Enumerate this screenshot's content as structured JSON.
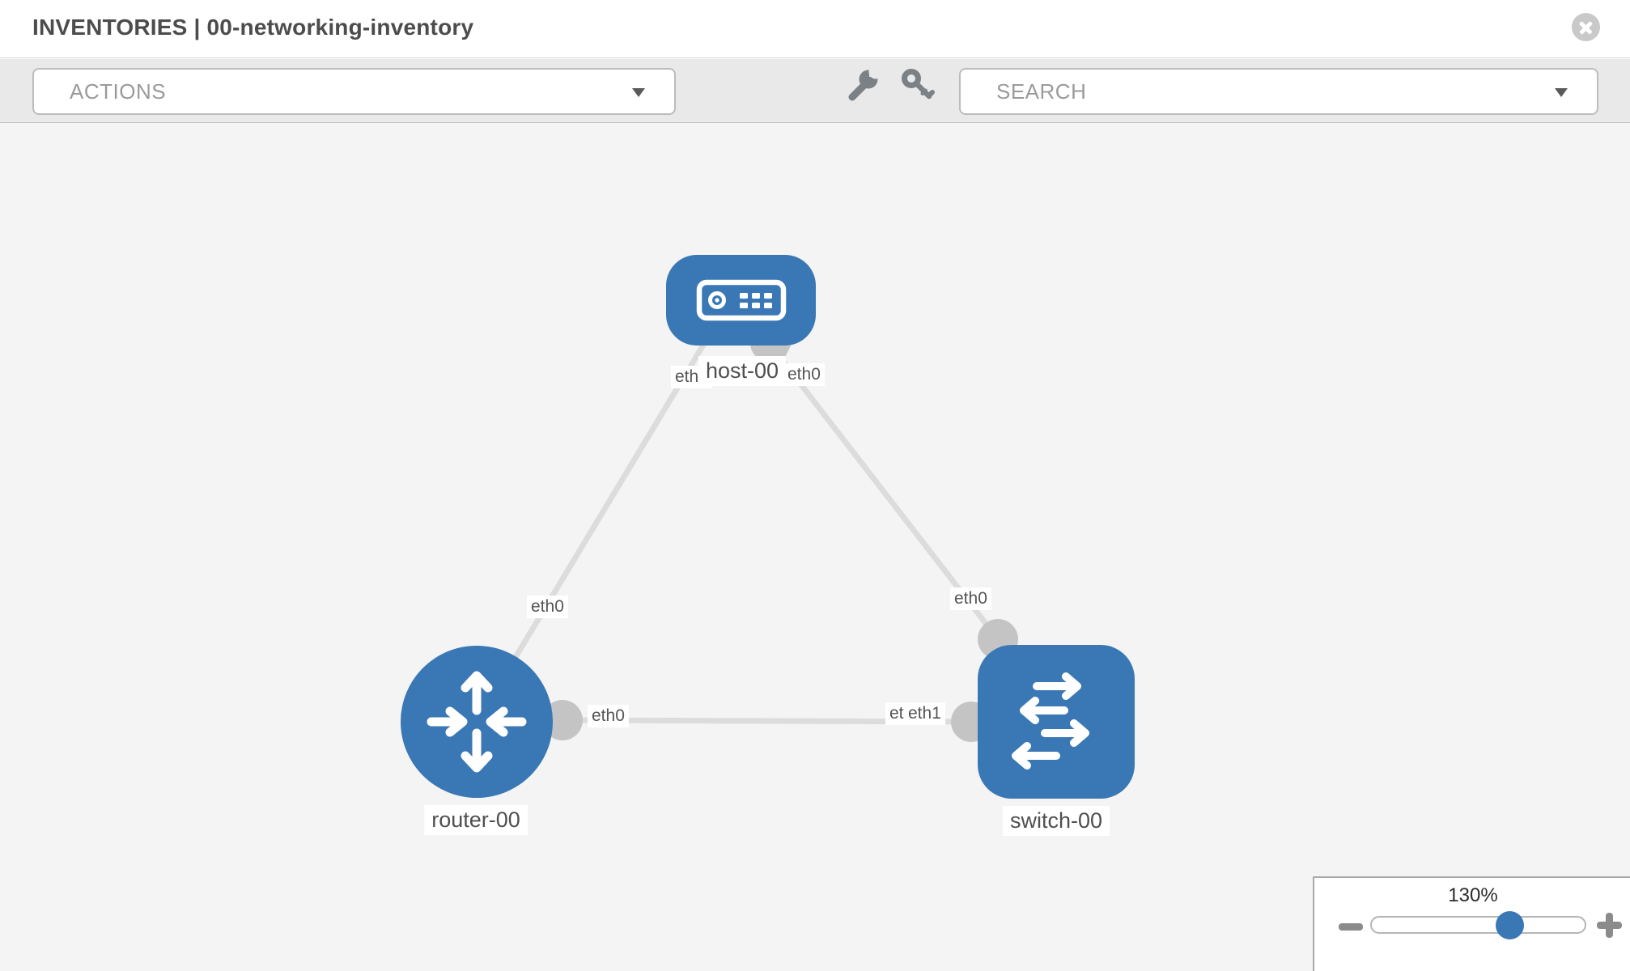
{
  "header": {
    "title": "INVENTORIES | 00-networking-inventory"
  },
  "toolbar": {
    "actions_label": "ACTIONS",
    "search_label": "SEARCH",
    "icons": [
      "wrench-icon",
      "key-icon"
    ]
  },
  "topology": {
    "nodes": [
      {
        "id": "host-00",
        "type": "host",
        "label": "host-00"
      },
      {
        "id": "router-00",
        "type": "router",
        "label": "router-00"
      },
      {
        "id": "switch-00",
        "type": "switch",
        "label": "switch-00"
      }
    ],
    "links": [
      {
        "from": "host-00",
        "from_if": "eth0",
        "to": "router-00",
        "to_if": "eth0"
      },
      {
        "from": "host-00",
        "from_if": "eth0",
        "to": "switch-00",
        "to_if": "eth0"
      },
      {
        "from": "router-00",
        "from_if": "eth0",
        "to": "switch-00",
        "to_if": "eth1"
      }
    ],
    "if_labels": [
      {
        "text": "eth0",
        "note": "host left"
      },
      {
        "text": "eth0",
        "note": "host right"
      },
      {
        "text": "eth0",
        "note": "host-router link, mid"
      },
      {
        "text": "eth0",
        "note": "host-switch link, near switch"
      },
      {
        "text": "eth0",
        "note": "router-switch link, near router"
      },
      {
        "text": "eth0",
        "note": "router-switch link, near switch (under)"
      },
      {
        "text": "eth1",
        "note": "router-switch link, near switch (over)"
      }
    ]
  },
  "zoom_control": {
    "value": "130%"
  },
  "colors": {
    "node_blue": "#3a78b5",
    "port_gray": "#c4c4c4",
    "link_gray": "#dcdcdc",
    "toolbar_gray": "#e9e9e9",
    "canvas_gray": "#f4f4f4"
  }
}
